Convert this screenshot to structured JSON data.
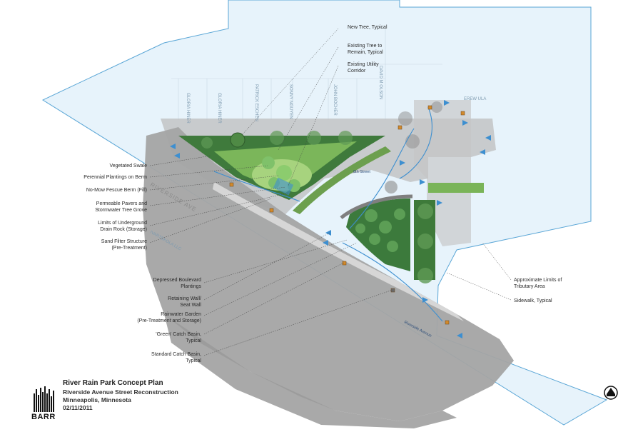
{
  "title": "River Rain Park Concept Plan",
  "subtitle_1": "Riverside Avenue Street Reconstruction",
  "subtitle_2": "Minneapolis, Minnesota",
  "date": "02/11/2011",
  "logo_text": "BARR",
  "callouts_left": [
    "Vegetated Swale",
    "Perennial Plantings on Berm",
    "No-Mow Fescue Berm (Fill)",
    "Permeable Pavers and",
    "Stormwater Tree Grove",
    "Limits of Underground",
    "Drain Rock (Storage)",
    "Sand Filter Structure",
    "(Pre-Treatment)",
    "Depressed Boulevard",
    "Plantings",
    "Retaining Wall/",
    "Seat Wall",
    "Rainwater Garden",
    "(Pre-Treatment and Storage)",
    "'Green' Catch Basin,",
    "Typical",
    "Standard Catch Basin,",
    "Typical"
  ],
  "callouts_top": [
    "New Tree, Typical",
    "Existing Tree to",
    "Remain, Typical",
    "Existing Utility",
    "Corridor"
  ],
  "callouts_right": [
    "Approximate Limits of",
    "Tributary Area",
    "Sidewalk, Typical"
  ],
  "streets": {
    "riverside_big": "RIVERSIDE AVE",
    "eighth_street": "8th Street",
    "riverside_small": "Riverside Avenue"
  },
  "parcel_labels": [
    "GLORIA HINER",
    "GLORIA HINER",
    "PATRICK ESCHEN",
    "SONNY NGUYEN",
    "JOHN BOCHER",
    "DAVID M OLSON",
    "EREW ULA",
    "IVARTEKOLA LLC"
  ],
  "colors": {
    "tributary_fill": "#e3f1fa",
    "tributary_stroke": "#5aa6d6",
    "road_gray": "#a4a4a4",
    "green_dark": "#3f7a3c",
    "green_light": "#8cc46a",
    "water_blue": "#3d8fd0"
  },
  "icons": [
    "north-arrow-icon",
    "barr-logo-icon"
  ]
}
